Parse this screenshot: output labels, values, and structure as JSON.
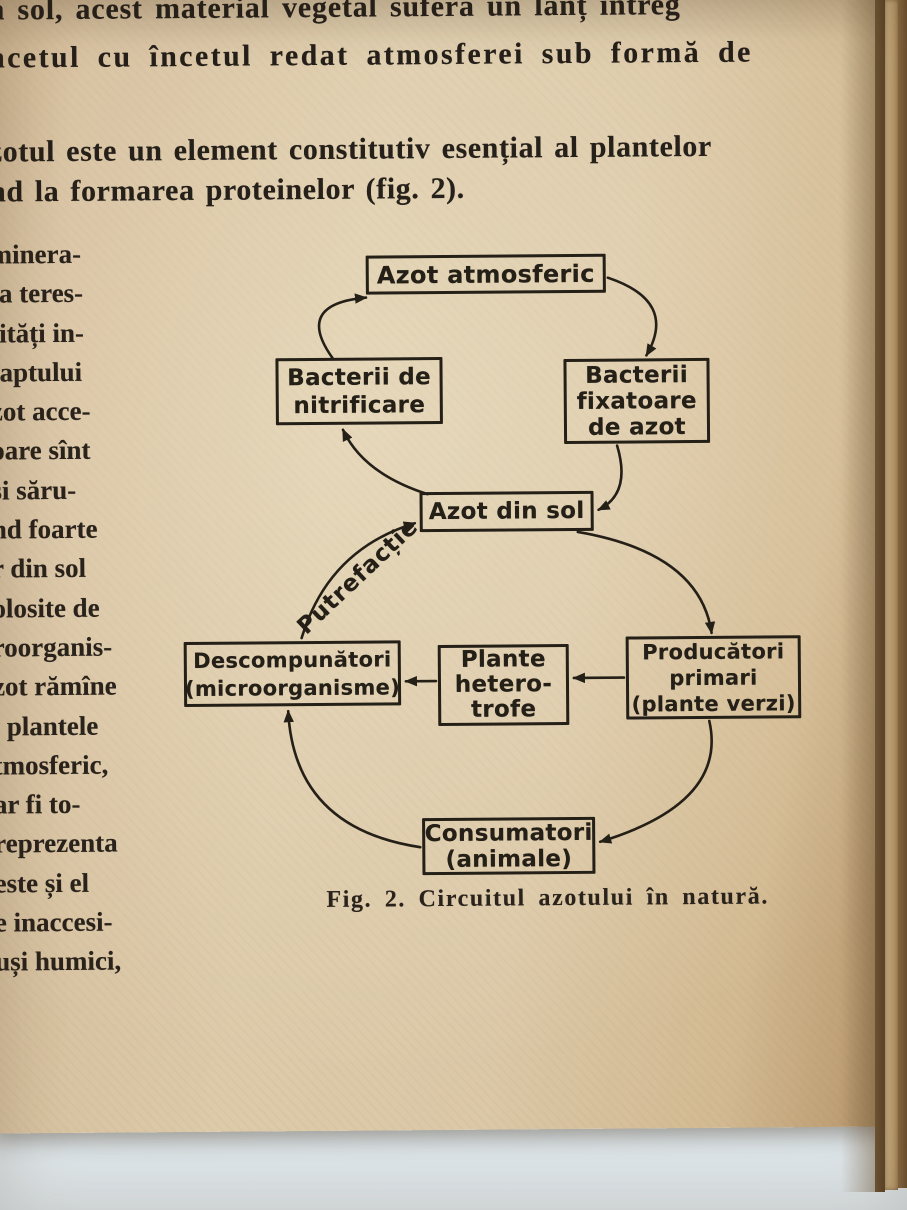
{
  "page_text": {
    "top_lines": [
      "n sol, acest material vegetal suferă un lanț întreg",
      "ncetul cu încetul redat atmosferei sub formă de",
      "zotul este un element constitutiv esențial al plantelor",
      "nd la formarea proteinelor (fig. 2)."
    ],
    "left_column_lines": [
      "minera-",
      "ța teres-",
      "tități in-",
      "faptului",
      "zot acce-",
      "oare sînt",
      "și săru-",
      "nd foarte",
      "r din sol",
      "olosite de",
      "roorganis-",
      "zot rămîne",
      ", plantele",
      "tmosferic,",
      "ar fi to-",
      "reprezenta",
      "este și el",
      "e inaccesi-",
      "uși humici,"
    ]
  },
  "figure": {
    "caption": "Fig. 2. Circuitul azotului în natură.",
    "flow_label": "Putrefacție",
    "boxes": {
      "azot_atmosferic": "Azot atmosferic",
      "bacterii_nitrificare": "Bacterii de\nnitrificare",
      "bacterii_fixatoare": "Bacterii\nfixatoare\nde azot",
      "azot_din_sol": "Azot din sol",
      "descompunatori": "Descompunători\n(microorganisme)",
      "plante_heterotrofe": "Plante\nhetero-\ntrofe",
      "producatori_primari": "Producători\nprimari\n(plante verzi)",
      "consumatori": "Consumatori\n(animale)"
    }
  },
  "colors": {
    "paper": "#dbc8a7",
    "ink": "#241f17",
    "table_surface": "#cdd7db",
    "fore_edge": "#6d5434"
  }
}
